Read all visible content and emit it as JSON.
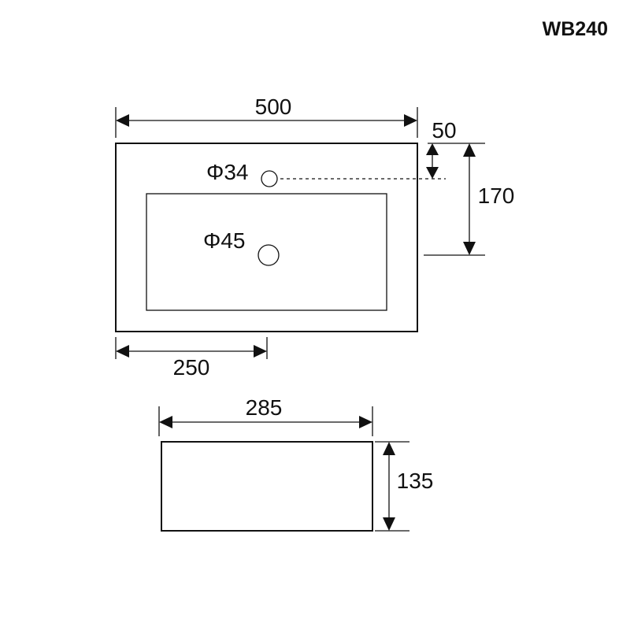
{
  "model_code": "WB240",
  "top_view": {
    "width_label": "500",
    "depth_label": "170",
    "tap_offset_label": "50",
    "half_width_label": "250",
    "tap_hole_label": "Φ34",
    "drain_hole_label": "Φ45"
  },
  "side_view": {
    "width_label": "285",
    "height_label": "135"
  },
  "colors": {
    "line": "#111111",
    "background": "#ffffff"
  }
}
